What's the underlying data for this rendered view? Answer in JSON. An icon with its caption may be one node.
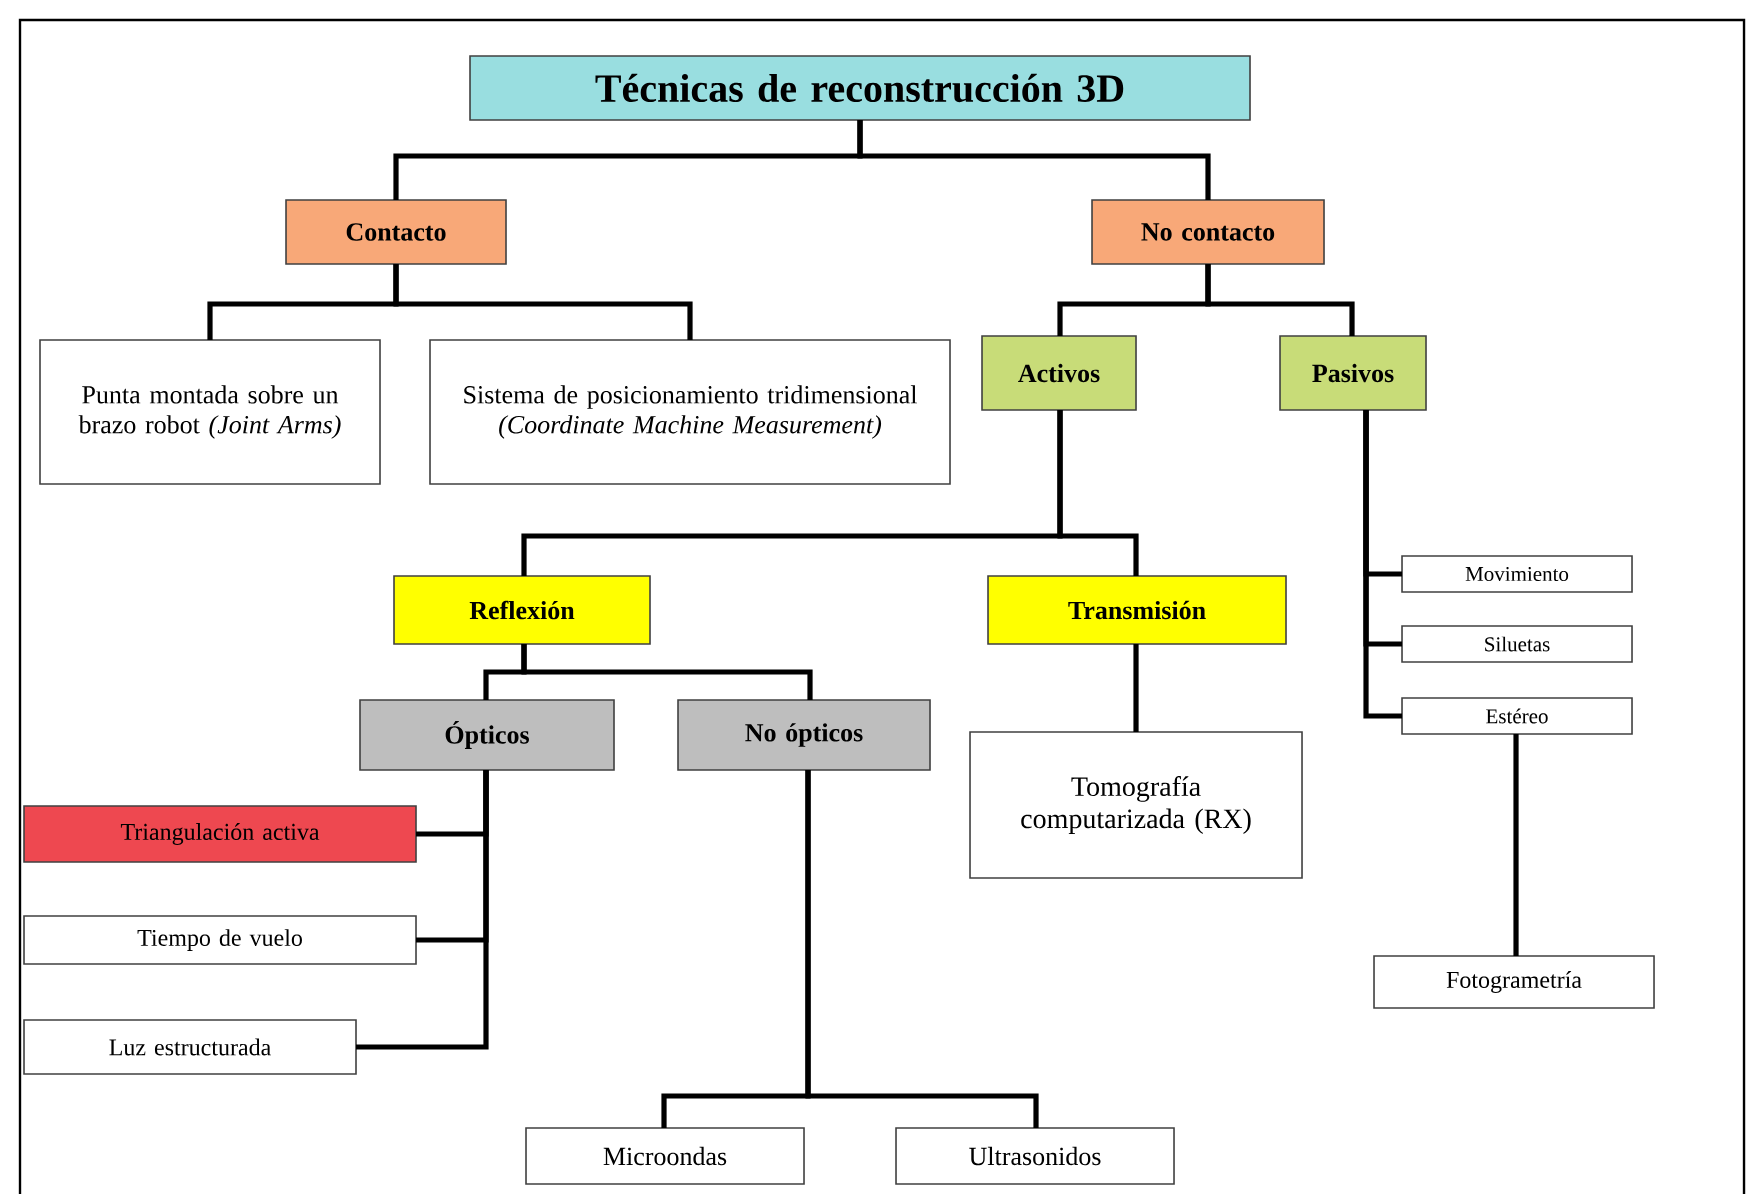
{
  "diagram": {
    "nodes": [
      {
        "text": [
          "Técnicas de reconstrucción 3D"
        ]
      },
      {
        "text": [
          "Contacto"
        ]
      },
      {
        "text": [
          "No contacto"
        ]
      },
      {
        "text": [
          "Punta montada sobre un brazo robot *(Joint Arms)*"
        ]
      },
      {
        "text": [
          "Sistema de posicionamiento tridimensional *(Coordinate Machine Measurement)*"
        ]
      },
      {
        "text": [
          "Activos"
        ]
      },
      {
        "text": [
          "Pasivos"
        ]
      },
      {
        "text": [
          "Reflexión"
        ]
      },
      {
        "text": [
          "Transmisión"
        ]
      },
      {
        "text": [
          "Ópticos"
        ]
      },
      {
        "text": [
          "No ópticos"
        ]
      },
      {
        "text": [
          "Tomografía computarizada (RX)"
        ]
      },
      {
        "text": [
          "Movimiento"
        ]
      },
      {
        "text": [
          "Siluetas"
        ]
      },
      {
        "text": [
          "Estéreo"
        ]
      },
      {
        "text": [
          "Triangulación activa"
        ]
      },
      {
        "text": [
          "Tiempo de vuelo"
        ]
      },
      {
        "text": [
          "Luz estructurada"
        ]
      },
      {
        "text": [
          "Fotogrametría"
        ]
      },
      {
        "text": [
          "Microondas"
        ]
      },
      {
        "text": [
          "Ultrasonidos"
        ]
      }
    ],
    "edges": [
      {
        "from": 0,
        "to": 1,
        "arrow": "none"
      },
      {
        "from": 0,
        "to": 2,
        "arrow": "none"
      },
      {
        "from": 1,
        "to": 3,
        "arrow": "none"
      },
      {
        "from": 1,
        "to": 4,
        "arrow": "none"
      },
      {
        "from": 2,
        "to": 5,
        "arrow": "none"
      },
      {
        "from": 2,
        "to": 6,
        "arrow": "none"
      },
      {
        "from": 5,
        "to": 7,
        "arrow": "none"
      },
      {
        "from": 5,
        "to": 8,
        "arrow": "none"
      },
      {
        "from": 7,
        "to": 9,
        "arrow": "none"
      },
      {
        "from": 7,
        "to": 10,
        "arrow": "none"
      },
      {
        "from": 8,
        "to": 11,
        "arrow": "none"
      },
      {
        "from": 6,
        "to": 12,
        "arrow": "none"
      },
      {
        "from": 6,
        "to": 13,
        "arrow": "none"
      },
      {
        "from": 6,
        "to": 14,
        "arrow": "none"
      },
      {
        "from": 9,
        "to": 15,
        "arrow": "none"
      },
      {
        "from": 9,
        "to": 16,
        "arrow": "none"
      },
      {
        "from": 9,
        "to": 17,
        "arrow": "none"
      },
      {
        "from": 14,
        "to": 18,
        "arrow": "none"
      },
      {
        "from": 10,
        "to": 19,
        "arrow": "none"
      },
      {
        "from": 10,
        "to": 20,
        "arrow": "none"
      }
    ]
  }
}
